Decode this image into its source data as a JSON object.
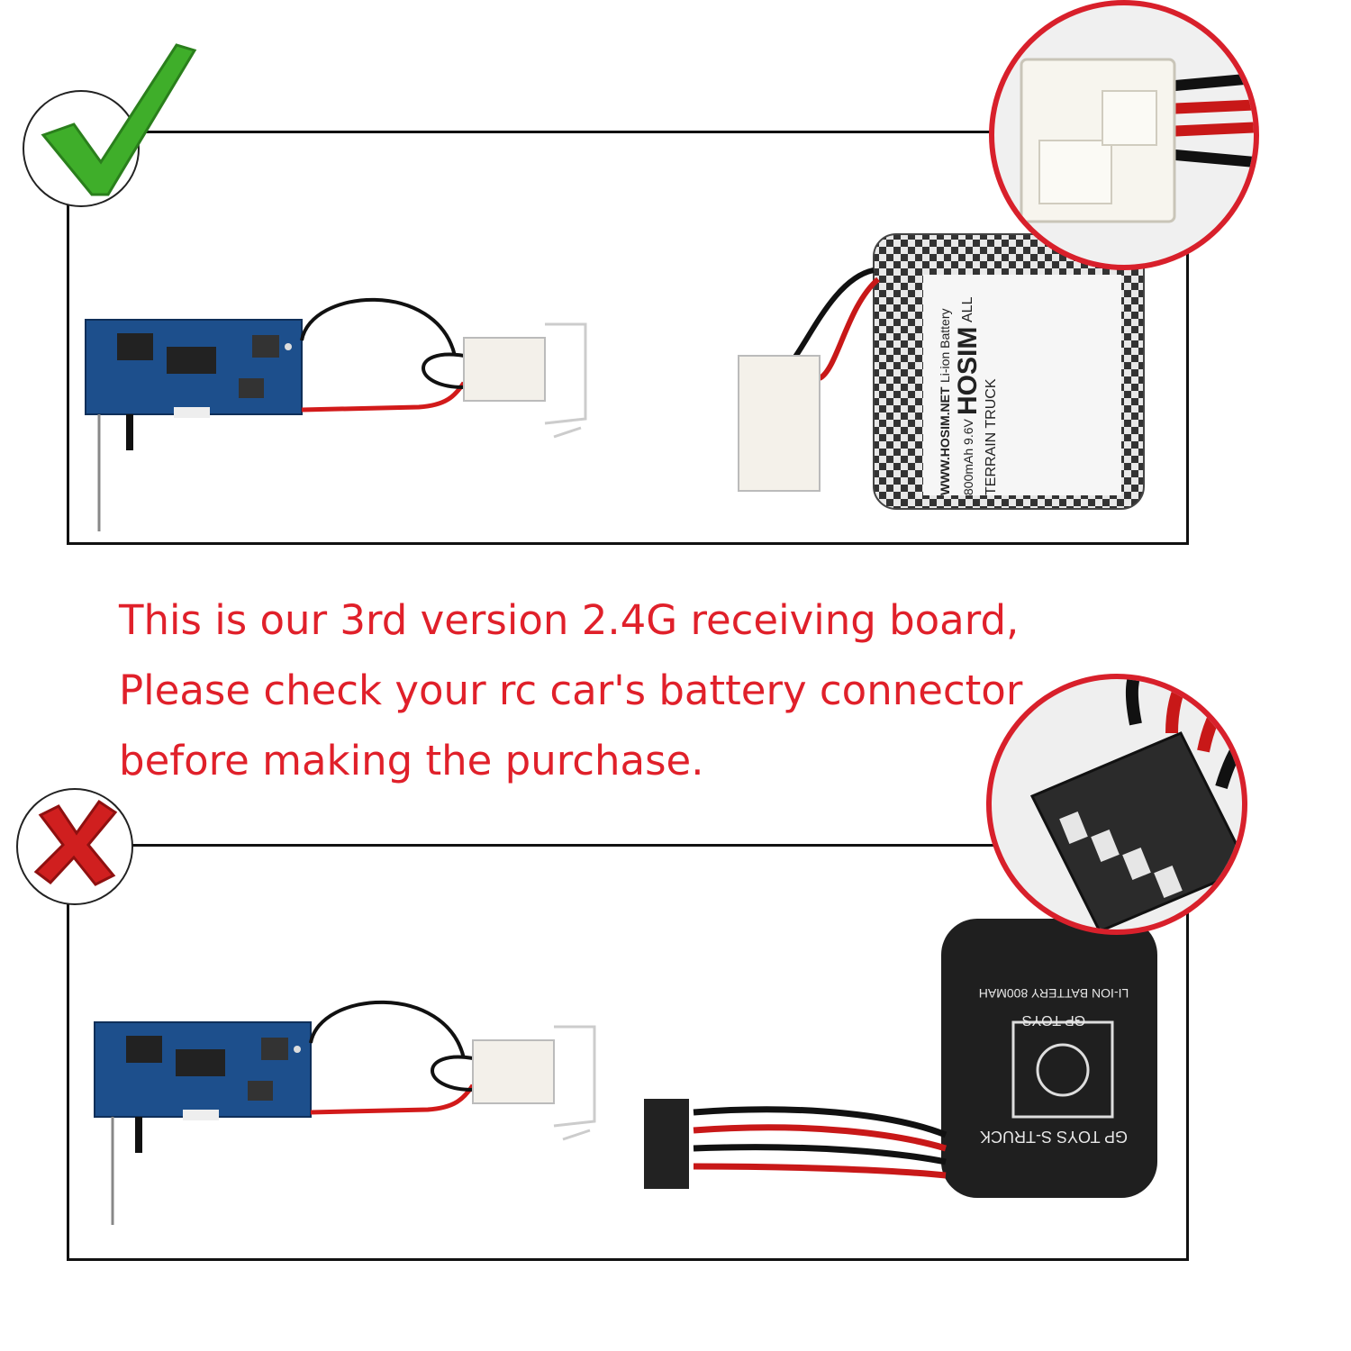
{
  "message": {
    "line1": "This is our 3rd version 2.4G receiving board,",
    "line2": "Please check your rc car's battery connector",
    "line3": "before making the purchase."
  },
  "top_battery": {
    "brand": "HOSIM",
    "line_a": "ALL TERRAIN TRUCK",
    "line_b": "Li-ion Battery 800mAh 9.6V",
    "line_c": "WWW.HOSIM.NET"
  },
  "bottom_battery": {
    "line_a": "GP TOYS S-TRUCK",
    "line_b": "GP TOYS",
    "line_c": "LI-ION BATTERY 800MAH"
  },
  "colors": {
    "accent_red": "#e0202a",
    "check_green": "#3fae2a",
    "cross_red": "#d01f1f",
    "board_blue": "#1d4f8c"
  },
  "icons": {
    "correct": "check-mark-icon",
    "wrong": "cross-mark-icon"
  }
}
